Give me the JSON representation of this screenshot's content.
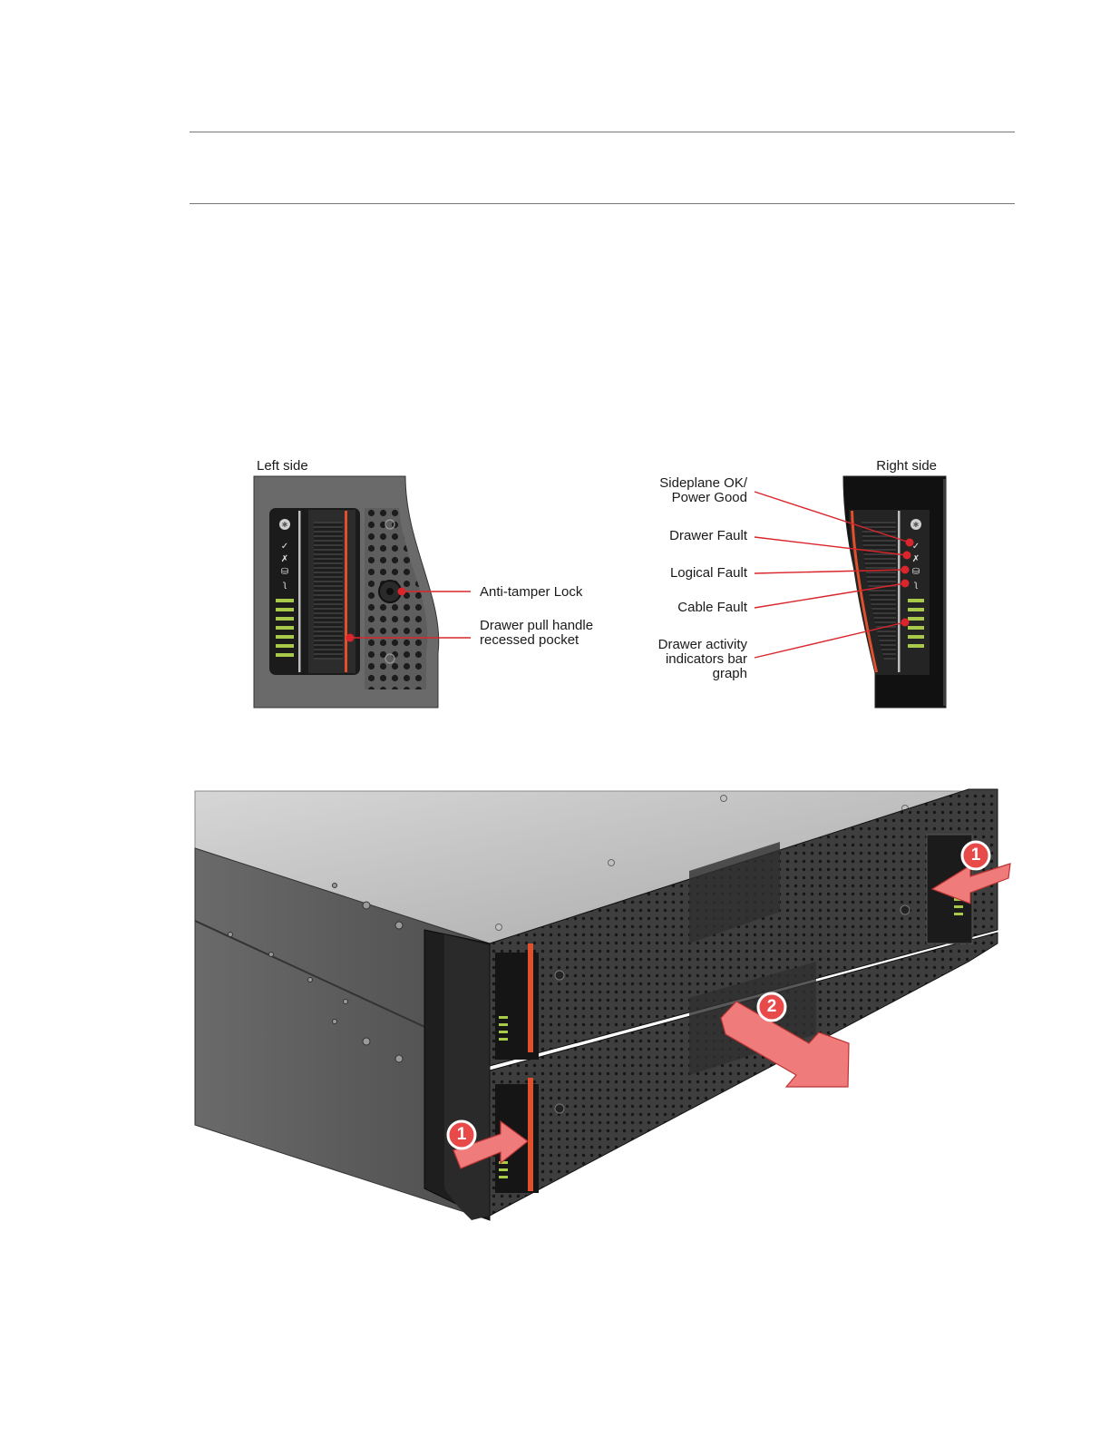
{
  "figure1": {
    "left_title": "Left side",
    "right_title": "Right side",
    "left_callouts": {
      "anti_tamper": "Anti-tamper Lock",
      "pull_handle_line1": "Drawer pull handle",
      "pull_handle_line2": "recessed pocket"
    },
    "right_callouts": {
      "sideplane_line1": "Sideplane OK/",
      "sideplane_line2": "Power Good",
      "drawer_fault": "Drawer Fault",
      "logical_fault": "Logical Fault",
      "cable_fault": "Cable Fault",
      "activity_line1": "Drawer activity",
      "activity_line2": "indicators bar",
      "activity_line3": "graph"
    },
    "led_symbols": [
      "✓",
      "✗",
      "⛁",
      "ʅ"
    ]
  },
  "figure2": {
    "step_markers": [
      "1",
      "2",
      "1"
    ]
  },
  "colors": {
    "callout_red": "#d9262c",
    "arrow_pink": "#f07b7b",
    "accent_orange": "#e0502c",
    "led_green": "#a8c94a"
  }
}
